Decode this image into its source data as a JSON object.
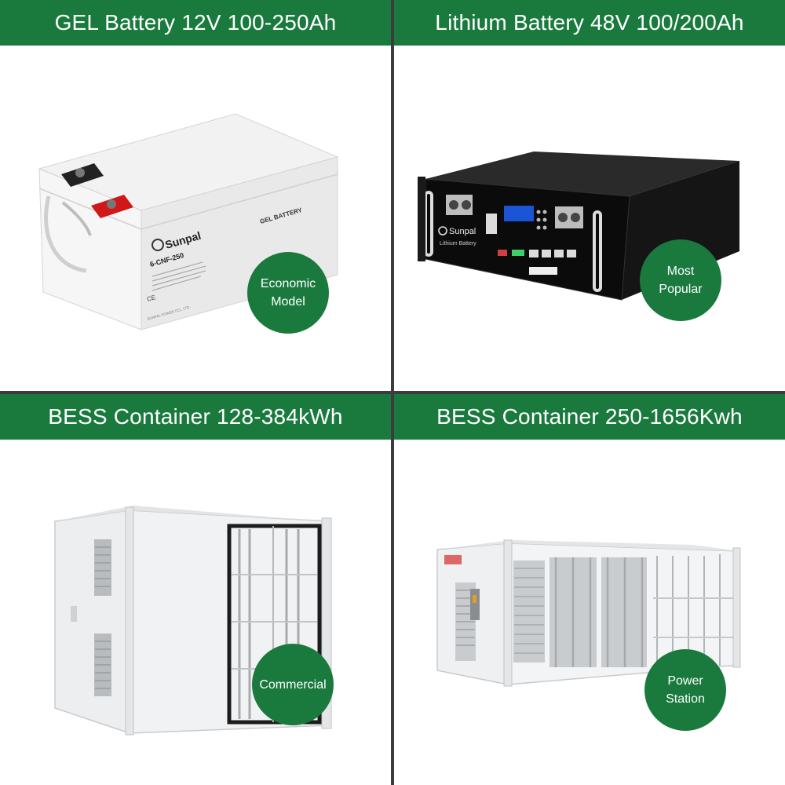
{
  "colors": {
    "brand_green": "#1a7a3e",
    "divider": "#3c3c3c"
  },
  "panels": [
    {
      "title": "GEL Battery 12V 100-250Ah",
      "badge": "Economic\nModel",
      "product": {
        "brand": "Sunpal",
        "model": "6-CNF-250",
        "label": "GEL BATTERY",
        "maker": "SUNPAL POWER CO., LTD.",
        "mark": "CE"
      }
    },
    {
      "title": "Lithium Battery 48V 100/200Ah",
      "badge": "Most\nPopular",
      "product": {
        "brand": "Sunpal",
        "label": "Lithium Battery"
      }
    },
    {
      "title": "BESS Container 128-384kWh",
      "badge": "Commercial"
    },
    {
      "title": "BESS Container 250-1656Kwh",
      "badge": "Power\nStation"
    }
  ]
}
